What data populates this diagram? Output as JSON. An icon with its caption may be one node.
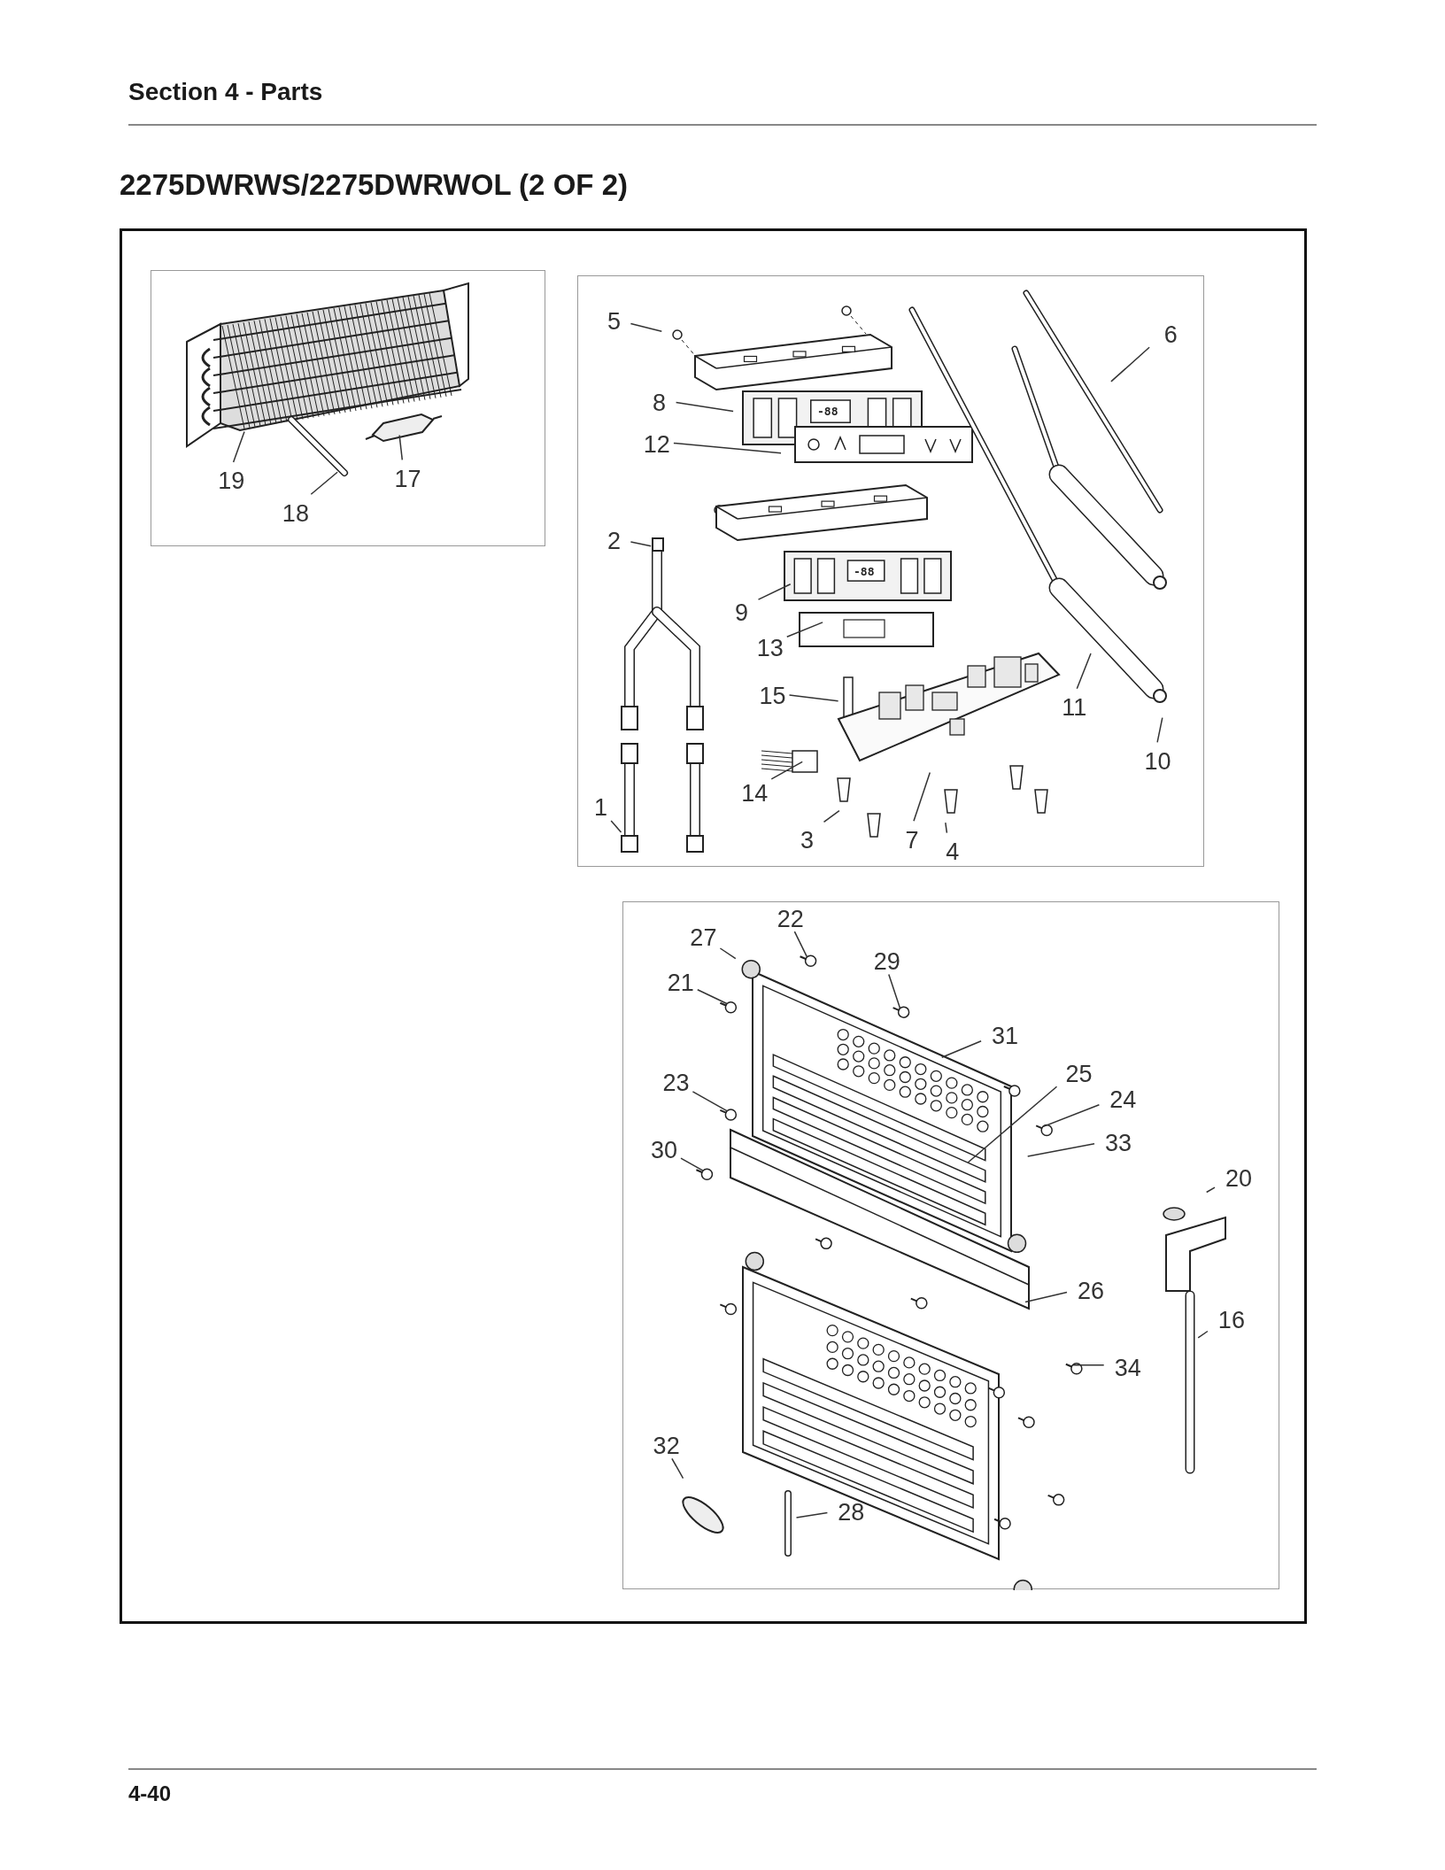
{
  "diagram": {
    "title": "2275DWRWS/2275DWRWOL (2 OF 2)",
    "nodes": [
      {
        "text": [],
        "shape": "box"
      },
      {
        "text": [],
        "shape": "box",
        "in": 0
      },
      {
        "text": [],
        "shape": "box",
        "in": 0
      },
      {
        "text": [],
        "shape": "box",
        "in": 0
      },
      {
        "text": [
          "17"
        ],
        "in": 1
      },
      {
        "text": [
          "19"
        ],
        "in": 1
      },
      {
        "text": [
          "18"
        ],
        "in": 1
      },
      {
        "text": [
          "5"
        ],
        "in": 2
      },
      {
        "text": [
          "6"
        ],
        "in": 2
      },
      {
        "text": [
          "8"
        ],
        "in": 2
      },
      {
        "text": [
          "12"
        ],
        "in": 2
      },
      {
        "text": [
          "2"
        ],
        "in": 2
      },
      {
        "text": [
          "9"
        ],
        "in": 2
      },
      {
        "text": [
          "13"
        ],
        "in": 2
      },
      {
        "text": [
          "15"
        ],
        "in": 2
      },
      {
        "text": [
          "11"
        ],
        "in": 2
      },
      {
        "text": [
          "10"
        ],
        "in": 2
      },
      {
        "text": [
          "14"
        ],
        "in": 2
      },
      {
        "text": [
          "1"
        ],
        "in": 2
      },
      {
        "text": [
          "3"
        ],
        "in": 2
      },
      {
        "text": [
          "7"
        ],
        "in": 2
      },
      {
        "text": [
          "4"
        ],
        "in": 2
      },
      {
        "text": [
          "22"
        ],
        "in": 3
      },
      {
        "text": [
          "27"
        ],
        "in": 3
      },
      {
        "text": [
          "29"
        ],
        "in": 3
      },
      {
        "text": [
          "21"
        ],
        "in": 3
      },
      {
        "text": [
          "31"
        ],
        "in": 3
      },
      {
        "text": [
          "25"
        ],
        "in": 3
      },
      {
        "text": [
          "23"
        ],
        "in": 3
      },
      {
        "text": [
          "24"
        ],
        "in": 3
      },
      {
        "text": [
          "33"
        ],
        "in": 3
      },
      {
        "text": [
          "30"
        ],
        "in": 3
      },
      {
        "text": [
          "20"
        ],
        "in": 3
      },
      {
        "text": [
          "26"
        ],
        "in": 3
      },
      {
        "text": [
          "16"
        ],
        "in": 3
      },
      {
        "text": [
          "34"
        ],
        "in": 3
      },
      {
        "text": [
          "32"
        ],
        "in": 3
      },
      {
        "text": [
          "28"
        ],
        "in": 3
      }
    ],
    "edges": [
      {
        "from": 4,
        "to": null,
        "arrow": "none"
      },
      {
        "from": 5,
        "to": null,
        "arrow": "none"
      },
      {
        "from": 6,
        "to": null,
        "arrow": "none"
      },
      {
        "from": 7,
        "to": null,
        "arrow": "none"
      },
      {
        "from": 8,
        "to": null,
        "arrow": "none"
      },
      {
        "from": 9,
        "to": null,
        "arrow": "none"
      },
      {
        "from": 10,
        "to": null,
        "arrow": "none"
      },
      {
        "from": 11,
        "to": null,
        "arrow": "none"
      },
      {
        "from": 12,
        "to": null,
        "arrow": "none"
      },
      {
        "from": 13,
        "to": null,
        "arrow": "none"
      },
      {
        "from": 14,
        "to": null,
        "arrow": "none"
      },
      {
        "from": 15,
        "to": null,
        "arrow": "none"
      },
      {
        "from": 16,
        "to": null,
        "arrow": "none"
      },
      {
        "from": 17,
        "to": null,
        "arrow": "none"
      },
      {
        "from": 18,
        "to": null,
        "arrow": "none"
      },
      {
        "from": 19,
        "to": null,
        "arrow": "none"
      },
      {
        "from": 20,
        "to": null,
        "arrow": "none"
      },
      {
        "from": 21,
        "to": null,
        "arrow": "none"
      },
      {
        "from": 22,
        "to": null,
        "arrow": "none"
      },
      {
        "from": 23,
        "to": null,
        "arrow": "none"
      },
      {
        "from": 24,
        "to": null,
        "arrow": "none"
      },
      {
        "from": 25,
        "to": null,
        "arrow": "none"
      },
      {
        "from": 26,
        "to": null,
        "arrow": "none"
      },
      {
        "from": 27,
        "to": null,
        "arrow": "none"
      },
      {
        "from": 28,
        "to": null,
        "arrow": "none"
      },
      {
        "from": 29,
        "to": null,
        "arrow": "none"
      },
      {
        "from": 30,
        "to": null,
        "arrow": "none"
      },
      {
        "from": 31,
        "to": null,
        "arrow": "none"
      },
      {
        "from": 32,
        "to": null,
        "arrow": "none"
      },
      {
        "from": 33,
        "to": null,
        "arrow": "none"
      },
      {
        "from": 34,
        "to": null,
        "arrow": "none"
      },
      {
        "from": 35,
        "to": null,
        "arrow": "none"
      },
      {
        "from": 36,
        "to": null,
        "arrow": "none"
      },
      {
        "from": 37,
        "to": null,
        "arrow": "none"
      }
    ],
    "labels": [
      "Section 4 - Parts",
      "-88",
      "-88",
      "4-40"
    ]
  }
}
